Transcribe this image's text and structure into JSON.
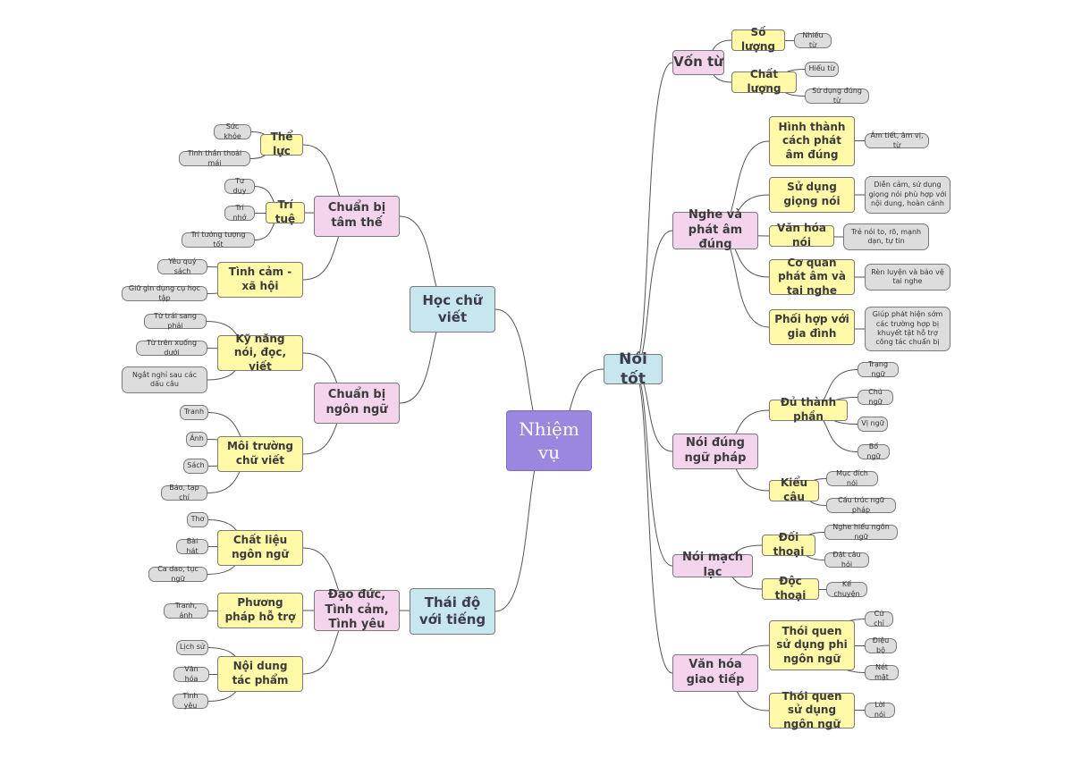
{
  "nodes": {
    "root": "Nhiệm vụ",
    "noi_tot": "Nói tốt",
    "hoc_chu_viet": "Học chữ viết",
    "thai_do": "Thái độ với tiếng",
    "von_tu": "Vốn từ",
    "so_luong": "Số lượng",
    "nhieu_tu": "Nhiều từ",
    "chat_luong": "Chất lượng",
    "hieu_tu": "Hiểu từ",
    "su_dung_dung_tu": "Sử dụng đúng từ",
    "nghe_phat_am": "Nghe và phát âm đúng",
    "hinh_thanh": "Hình thành cách phát âm đúng",
    "am_tiet": "Âm tiết, âm vị, từ",
    "su_dung_giong": "Sử dụng giọng nói",
    "dien_cam": "Diễn cảm, sử dụng giọng nói phù hợp với nội dung, hoàn cảnh",
    "van_hoa_noi": "Văn hóa nói",
    "tre_noi_to": "Trẻ nói to, rõ, mạnh dạn, tự tin",
    "co_quan": "Cơ quan phát âm và tai nghe",
    "ren_luyen": "Rèn luyện và bảo vệ tai nghe",
    "phoi_hop": "Phối hợp với gia đình",
    "giup_phat_hien": "Giúp phát hiện sớm các trường hợp bị khuyết tật hỗ trợ công tác chuẩn bị",
    "noi_dung_ngu_phap": "Nói đúng ngữ pháp",
    "du_thanh_phan": "Đủ thành phần",
    "trang_ngu": "Trạng ngữ",
    "chu_ngu": "Chủ ngữ",
    "vi_ngu": "Vị ngữ",
    "bo_ngu": "Bổ ngữ",
    "kieu_cau": "Kiểu câu",
    "muc_dich_noi": "Mục đích nói",
    "cau_truc": "Cấu trúc ngữ pháp",
    "noi_mach_lac": "Nói mạch lạc",
    "doi_thoai": "Đối thoại",
    "nghe_hieu": "Nghe hiểu ngôn ngữ",
    "dat_cau_hoi": "Đặt câu hỏi",
    "doc_thoai": "Độc thoại",
    "ke_chuyen": "Kể chuyện",
    "van_hoa_giao_tiep": "Văn hóa giao tiếp",
    "thoi_quen_phi": "Thói quen sử dụng phi ngôn ngữ",
    "cu_chi": "Cử chỉ",
    "dieu_bo": "Điệu bộ",
    "net_mat": "Nét mặt",
    "thoi_quen_ngon_ngu": "Thói quen sử dụng ngôn ngữ",
    "loi_noi": "Lời nói",
    "chuan_bi_tam_the": "Chuẩn bị tâm thế",
    "the_luc": "Thể lực",
    "suc_khoe": "Sức khỏe",
    "tinh_than": "Tinh thần thoải mái",
    "tri_tue": "Trí tuệ",
    "tu_duy": "Tư duy",
    "tri_nho": "Trí nhớ",
    "tri_tuong_tuong": "Trí tưởng tượng tốt",
    "tinh_cam_xa_hoi": "Tình cảm - xã hội",
    "yeu_quy_sach": "Yêu quý sách",
    "giu_gin": "Giữ gìn dụng cụ học tập",
    "chuan_bi_ngon_ngu": "Chuẩn bị ngôn ngữ",
    "ky_nang": "Kỹ năng nói, đọc, viết",
    "tu_trai": "Từ trái sang phải",
    "tu_tren": "Từ trên xuống dưới",
    "ngat_nghi": "Ngắt nghỉ sau các dấu câu",
    "moi_truong": "Môi trường chữ viết",
    "tranh": "Tranh",
    "anh": "Ảnh",
    "sach": "Sách",
    "bao_tap_chi": "Báo, tạp chí",
    "dao_duc": "Đạo đức, Tình cảm, Tình yêu",
    "chat_lieu": "Chất liệu ngôn ngữ",
    "tho": "Thơ",
    "bai_hat": "Bài hát",
    "ca_dao": "Ca dao, tục ngữ",
    "phuong_phap": "Phương pháp hỗ trợ",
    "tranh_anh": "Tranh, ảnh",
    "noi_dung_tac_pham": "Nội dung tác phẩm",
    "lich_su": "Lịch sử",
    "van_hoa": "Văn hóa",
    "tinh_yeu": "Tình yêu"
  },
  "colors": {
    "root": "#9b87e0",
    "level1": "#c8e6ee",
    "level2": "#f3d4ec",
    "level3": "#fff9a8",
    "leaf": "#dddddd",
    "line": "#555555"
  }
}
